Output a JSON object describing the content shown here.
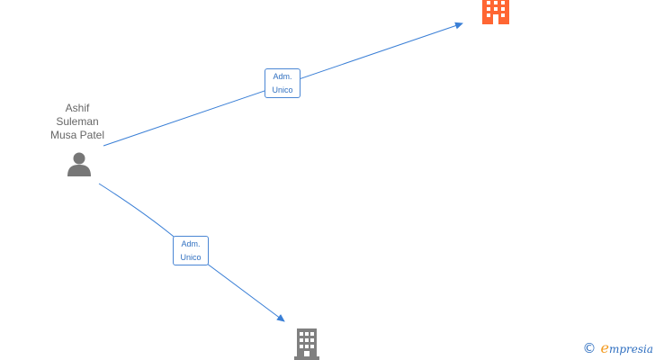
{
  "nodes": {
    "person": {
      "name_lines": [
        "Ashif",
        "Suleman",
        "Musa Patel"
      ],
      "icon": "person-icon"
    },
    "company_1": {
      "icon": "building-icon",
      "color": "#ff6633"
    },
    "company_2": {
      "icon": "building-icon",
      "color": "#808080"
    }
  },
  "edges": [
    {
      "from": "person",
      "to": "company_1",
      "label_lines": [
        "Adm.",
        "Unico"
      ]
    },
    {
      "from": "person",
      "to": "company_2",
      "label_lines": [
        "Adm.",
        "Unico"
      ]
    }
  ],
  "colors": {
    "edge": "#3a7fd6",
    "person_icon": "#777777"
  },
  "watermark": {
    "copyright_symbol": "©",
    "brand_first_letter": "e",
    "brand_rest": "mpresia"
  }
}
